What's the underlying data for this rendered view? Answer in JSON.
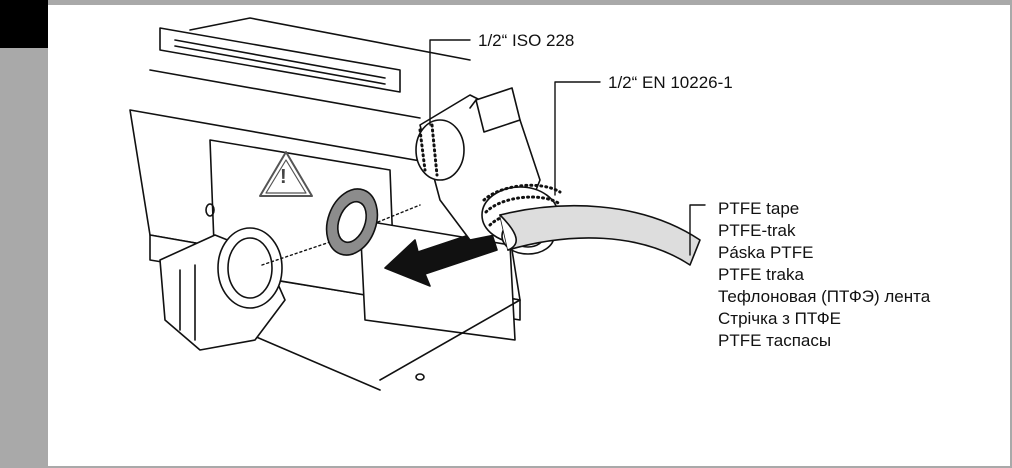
{
  "labels": {
    "thread_iso": "1/2“ ISO 228",
    "thread_en": "1/2“ EN 10226-1"
  },
  "tape_labels": [
    "PTFE tape",
    "PTFE-trak",
    "Páska PTFE",
    "PTFE traka",
    "Тефлоновая (ПТФЭ) лента",
    "Стрічка з ПТФЕ",
    "PTFE таспасы"
  ],
  "warning_symbol": "!",
  "colors": {
    "frame_gray": "#a9a9a9",
    "corner_black": "#000000",
    "arrow_black": "#111111",
    "seal_gray": "#8c8c8c"
  },
  "icons": {
    "warning": "warning-triangle-icon"
  }
}
